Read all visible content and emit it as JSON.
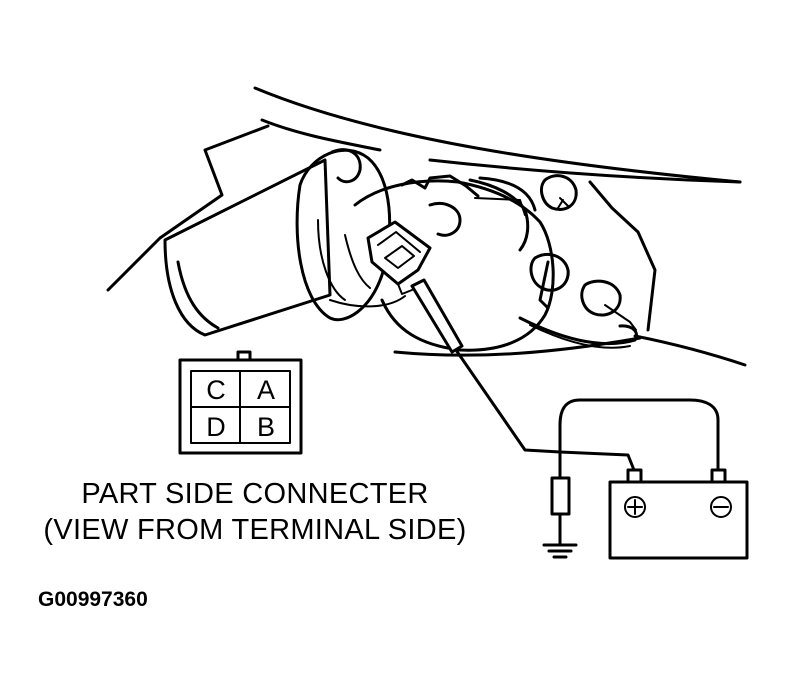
{
  "connector": {
    "pins": {
      "top_left": "C",
      "top_right": "A",
      "bottom_left": "D",
      "bottom_right": "B"
    }
  },
  "battery": {
    "positive_symbol": "⊕",
    "negative_symbol": "⊖"
  },
  "caption": {
    "line1": "PART SIDE CONNECTER",
    "line2": "(VIEW FROM TERMINAL SIDE)"
  },
  "figure_id": "G00997360"
}
